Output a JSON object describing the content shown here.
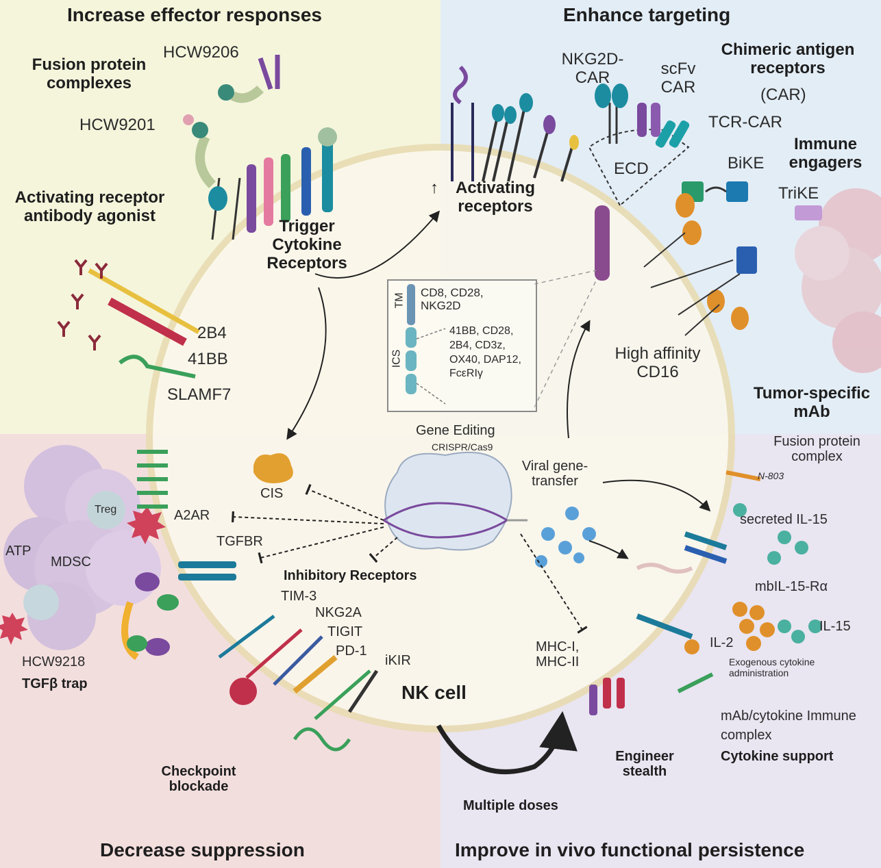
{
  "quadrants": {
    "top_left": "Increase effector responses",
    "top_right": "Enhance targeting",
    "bottom_left": "Decrease suppression",
    "bottom_right": "Improve in vivo functional persistence"
  },
  "center": {
    "nk_cell": "NK cell"
  },
  "effector": {
    "fusion_protein_complexes": "Fusion protein complexes",
    "hcw9206": "HCW9206",
    "hcw9201": "HCW9201",
    "activating_receptor_agonist": "Activating receptor antibody agonist",
    "trigger_cytokine_receptors": "Trigger Cytokine Receptors",
    "receptor_2b4": "2B4",
    "receptor_41bb": "41BB",
    "receptor_slamf7": "SLAMF7"
  },
  "targeting": {
    "nkg2d_car": "NKG2D-CAR",
    "scfv_car": "scFv CAR",
    "car_title": "Chimeric antigen receptors",
    "car_abbrev": "(CAR)",
    "tcr_car": "TCR-CAR",
    "ecd": "ECD",
    "bike": "BiKE",
    "immune_engagers": "Immune engagers",
    "trike": "TriKE",
    "up_arrow": "↑",
    "activating_receptors": "Activating receptors",
    "high_affinity_cd16": "High affinity CD16",
    "tumor_specific_mab": "Tumor-specific mAb",
    "tm": "TM",
    "ics": "ICS",
    "tm_list": "CD8, CD28, NKG2D",
    "ics_list": "41BB, CD28, 2B4, CD3z, OX40, DAP12, FcεRIγ"
  },
  "editing": {
    "gene_editing": "Gene Editing",
    "crispr": "CRISPR/Cas9",
    "viral_gene_transfer": "Viral gene-transfer",
    "cis": "CIS",
    "a2ar": "A2AR",
    "tgfbr": "TGFBR"
  },
  "suppression": {
    "treg": "Treg",
    "atp": "ATP",
    "mdsc": "MDSC",
    "hcw9218": "HCW9218",
    "tgfb_trap": "TGFβ trap",
    "inhibitory_receptors": "Inhibitory Receptors",
    "tim3": "TIM-3",
    "nkg2a": "NKG2A",
    "tigit": "TIGIT",
    "pd1": "PD-1",
    "ikir": "iKIR",
    "checkpoint_blockade": "Checkpoint blockade"
  },
  "persistence": {
    "fusion_protein_complex": "Fusion protein complex",
    "n803": "N-803",
    "secreted_il15": "secreted IL-15",
    "mbil15ra": "mbIL-15-Rα",
    "il15": "IL-15",
    "il2": "IL-2",
    "exogenous": "Exogenous cytokine administration",
    "mab_cytokine": "mAb/cytokine Immune complex",
    "cytokine_support": "Cytokine support",
    "mhc1": "MHC-I,",
    "mhc2": "MHC-II",
    "engineer_stealth": "Engineer stealth",
    "multiple_doses": "Multiple doses"
  },
  "colors": {
    "top_left_bg": "#f5f5dc",
    "top_right_bg": "#e3edf6",
    "bottom_left_bg": "#f3dede",
    "bottom_right_bg": "#e9e5f1",
    "cell": "#fbf8ec",
    "cell_border": "#e8dcb2",
    "teal": "#1c8ca0",
    "purple": "#7a4a9e",
    "orange": "#e0902a",
    "green": "#3aa05a",
    "red": "#c0304a"
  },
  "icons": [
    "receptor-icon",
    "antibody-icon",
    "cytokine-icon",
    "virus-icon",
    "nucleus-icon",
    "tumor-cell-icon",
    "arrow-icon",
    "inhibition-arrow-icon"
  ]
}
